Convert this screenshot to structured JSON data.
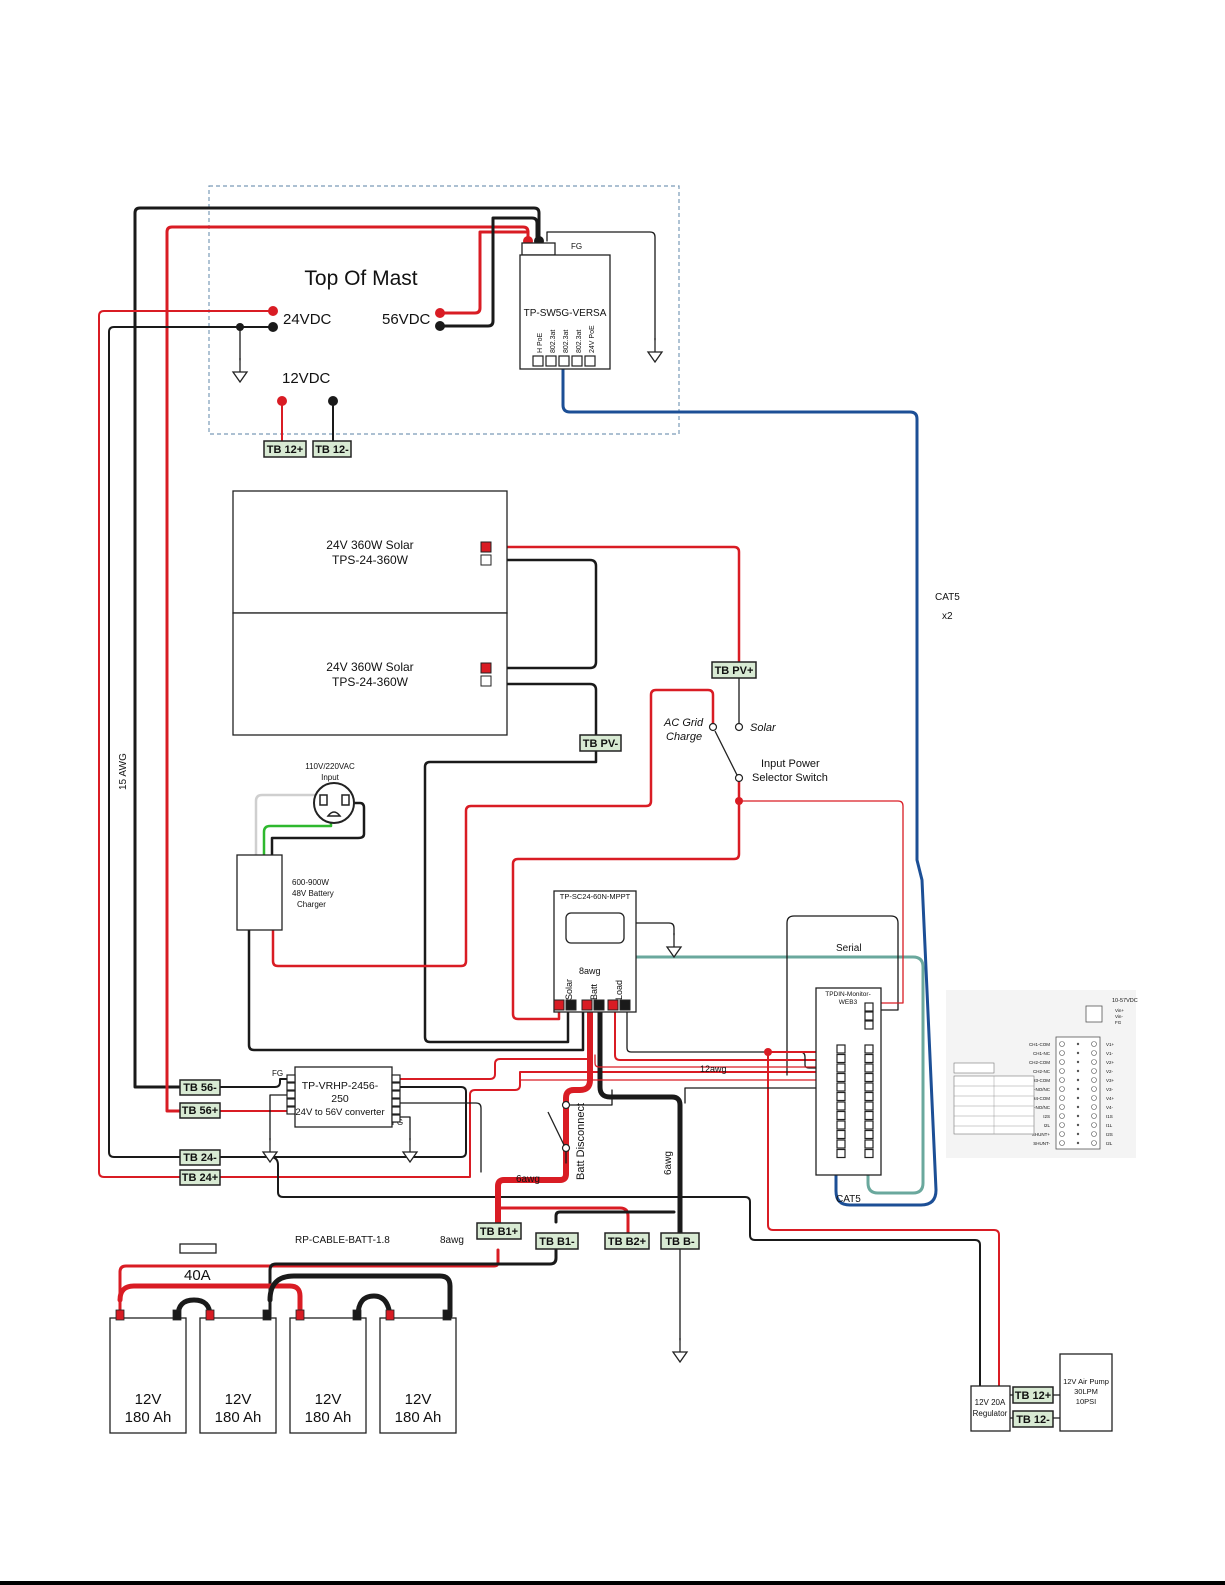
{
  "labels": {
    "top_of_mast": "Top Of Mast",
    "v24": "24VDC",
    "v56": "56VDC",
    "v12": "12VDC",
    "switch_model": "TP-SW5G-VERSA",
    "fg": "FG",
    "port_labels": [
      "H PoE",
      "802.3at",
      "802.3at",
      "802.3at",
      "24V PoE"
    ],
    "solar_top_line1": "24V 360W Solar",
    "solar_top_line2": "TPS-24-360W",
    "solar_bot_line1": "24V 360W Solar",
    "solar_bot_line2": "TPS-24-360W",
    "cat5": "CAT5",
    "x2": "x2",
    "ac_grid_1": "AC Grid",
    "ac_grid_2": "Charge",
    "solar_sw": "Solar",
    "selector_1": "Input Power",
    "selector_2": "Selector Switch",
    "ac_input_1": "110V/220VAC",
    "ac_input_2": "Input",
    "charger_1": "600-900W",
    "charger_2": "48V Battery",
    "charger_3": "Charger",
    "awg15": "15 AWG",
    "mppt": "TP-SC24-60N-MPPT",
    "mppt_solar": "Solar",
    "mppt_batt": "Batt",
    "mppt_load": "Load",
    "awg8_a": "8awg",
    "serial": "Serial",
    "monitor_1": "TPDIN-Monitor-",
    "monitor_2": "WEB3",
    "awg12": "12awg",
    "vrhp_1": "TP-VRHP-2456-",
    "vrhp_2": "250",
    "vrhp_3": "24V to 56V converter",
    "batt_disconnect": "Batt Disconnect",
    "awg6_a": "6awg",
    "awg6_b": "6awg",
    "cat5_b": "CAT5",
    "cable_batt": "RP-CABLE-BATT-1.8",
    "awg8_b": "8awg",
    "fuse": "40A",
    "regulator_1": "12V  20A",
    "regulator_2": "Regulator",
    "pump_1": "12V Air Pump",
    "pump_2": "30LPM",
    "pump_3": "10PSI",
    "inset_title": "10-57VDC",
    "inset_top_pins": [
      "Vin+",
      "Vin-",
      "FG"
    ],
    "inset_left_pins": [
      "CH1-COM",
      "CH1-NC",
      "CH2-COM",
      "CH2-NC",
      "CH3-COM",
      "CH3-NO/NC",
      "CH4-COM",
      "CH4-NO/NC",
      "I2S",
      "I2L",
      "SHUNT+",
      "SHUNT-"
    ],
    "inset_right_pins": [
      "V1+",
      "V1-",
      "V2+",
      "V2-",
      "V3+",
      "V3-",
      "V4+",
      "V4-",
      "I1S",
      "I1L",
      "I2S",
      "I2L"
    ]
  },
  "terminal_blocks": {
    "tb12p_mast": "TB 12+",
    "tb12m_mast": "TB 12-",
    "tbpvp": "TB PV+",
    "tbpvm": "TB PV-",
    "tb56m": "TB 56-",
    "tb56p": "TB 56+",
    "tb24m": "TB 24-",
    "tb24p": "TB 24+",
    "tbb1p": "TB B1+",
    "tbb1m": "TB B1-",
    "tbb2p": "TB B2+",
    "tbbm": "TB B-",
    "tb12p_pump": "TB 12+",
    "tb12m_pump": "TB 12-"
  },
  "batteries": [
    {
      "voltage": "12V",
      "capacity": "180 Ah"
    },
    {
      "voltage": "12V",
      "capacity": "180 Ah"
    },
    {
      "voltage": "12V",
      "capacity": "180 Ah"
    },
    {
      "voltage": "12V",
      "capacity": "180 Ah"
    }
  ],
  "colors": {
    "red_wire": "#d91c24",
    "black_wire": "#1a1a1a",
    "blue_wire": "#1c4f96",
    "teal_wire": "#6aa89d",
    "green_wire": "#2eb82e",
    "grey_wire": "#cfcfcf",
    "terminal_fill": "#d8ead3"
  }
}
